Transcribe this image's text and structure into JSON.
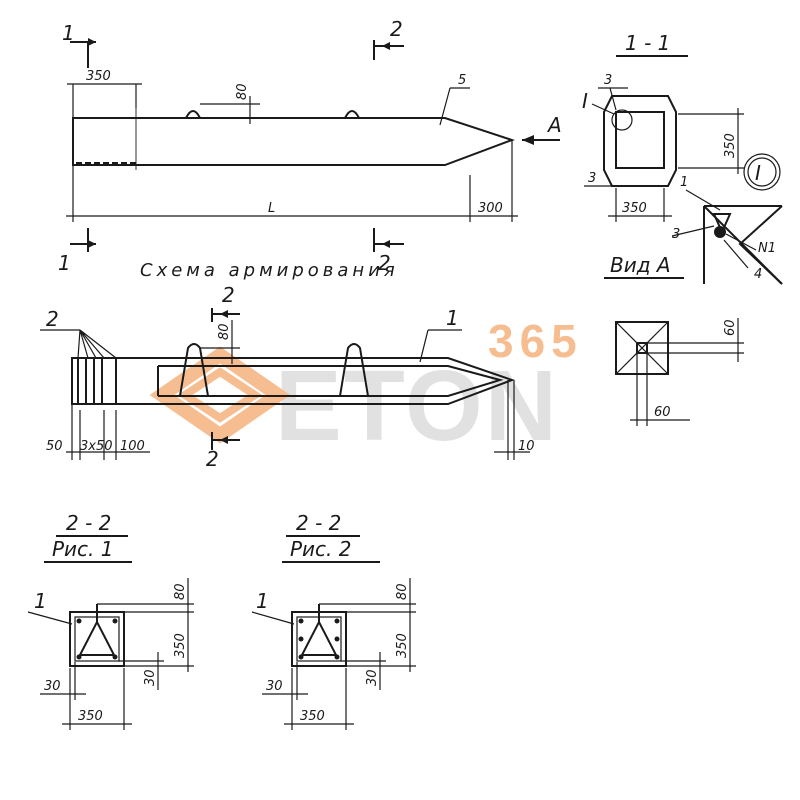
{
  "watermark": {
    "brand": "ETON",
    "number": "365",
    "color_orange": "#f5a36a",
    "color_gray": "#d9d9d9"
  },
  "top_view": {
    "section_mark": "1",
    "section_mark_2": "2",
    "dim_350": "350",
    "dim_80": "80",
    "dim_L": "L",
    "dim_300": "300",
    "callout_5": "5",
    "view_arrow": "A"
  },
  "scheme_title": "Схема  армирования",
  "rebar_view": {
    "callout_2": "2",
    "callout_1": "1",
    "section_mark_2": "2",
    "dim_80": "80",
    "dim_50": "50",
    "dim_3x50": "3x50",
    "dim_100": "100",
    "dim_10": "10"
  },
  "section_1_1": {
    "title": "1 - 1",
    "callout_3a": "3",
    "callout_3b": "3",
    "node_mark": "I",
    "dim_350_v": "350",
    "dim_350_h": "350"
  },
  "detail_I": {
    "mark": "I",
    "callout_1": "1",
    "callout_3": "3",
    "callout_N1": "N1",
    "callout_4": "4"
  },
  "view_A": {
    "title": "Вид А",
    "dim_60_top": "60",
    "dim_60_bottom": "60"
  },
  "sections_2_2": [
    {
      "title": "2 - 2",
      "subtitle": "Рис. 1",
      "callout": "1",
      "dim_80": "80",
      "dim_350_v": "350",
      "dim_30_v": "30",
      "dim_30_h": "30",
      "dim_350_h": "350"
    },
    {
      "title": "2 - 2",
      "subtitle": "Рис. 2",
      "callout": "1",
      "dim_80": "80",
      "dim_350_v": "350",
      "dim_30_v": "30",
      "dim_30_h": "30",
      "dim_350_h": "350"
    }
  ]
}
